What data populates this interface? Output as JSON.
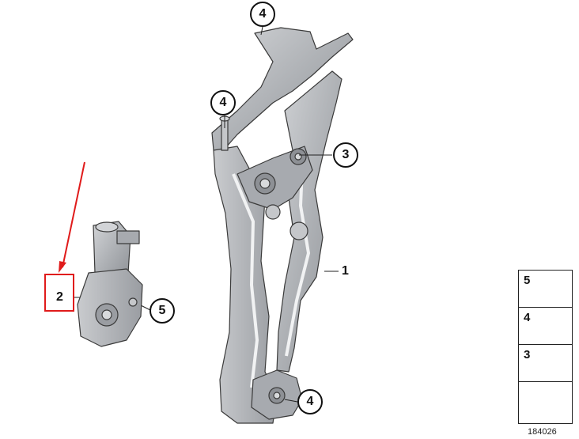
{
  "callouts": {
    "part_1": "1",
    "part_2": "2",
    "part_3": "3",
    "part_4_top": "4",
    "part_4_mid": "4",
    "part_4_bottom": "4",
    "part_5": "5"
  },
  "legend": {
    "items": [
      "5",
      "4",
      "3"
    ]
  },
  "diagram_id": "184026",
  "colors": {
    "annotation_red": "#e01b1b",
    "part_gray": "#b9bcc0",
    "outline": "#3a3a3a"
  }
}
